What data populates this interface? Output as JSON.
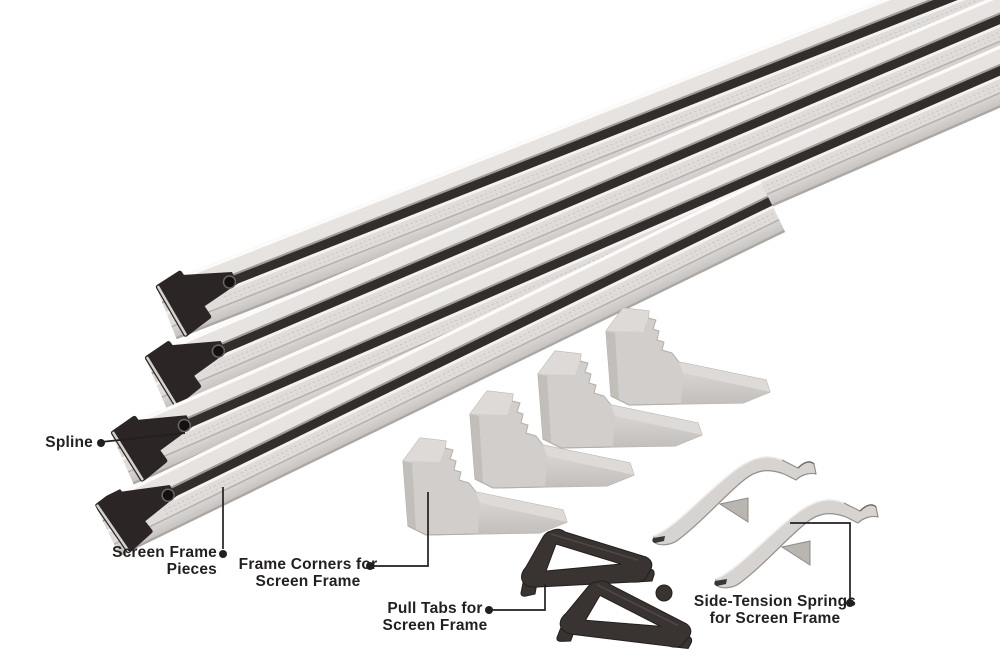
{
  "figure": {
    "background": "#ffffff",
    "labels": {
      "spline": {
        "lines": [
          "Spline"
        ]
      },
      "screen_frame_pieces": {
        "lines": [
          "Screen Frame",
          "Pieces"
        ]
      },
      "frame_corners": {
        "lines": [
          "Frame Corners for",
          "Screen Frame"
        ]
      },
      "pull_tabs": {
        "lines": [
          "Pull Tabs for",
          "Screen Frame"
        ]
      },
      "side_tension_springs": {
        "lines": [
          "Side-Tension Springs",
          "for Screen Frame"
        ]
      }
    },
    "parts": {
      "screen_frame_pieces_count": 4,
      "frame_corners_count": 4,
      "pull_tabs_count": 2,
      "side_tension_springs_count": 2
    },
    "colors": {
      "label_text": "#231f20",
      "leader_line": "#231f20",
      "rail_silver": "#d9d5d2",
      "rail_top_face": "#e7e3e1",
      "rail_highlight": "#fcfbfa",
      "spline_black": "#332e2b",
      "end_cap_black": "#2b2625",
      "corner_gray": "#d2cecb",
      "pull_tab_black": "#393431",
      "spring_silver": "#d7d3d0"
    }
  }
}
